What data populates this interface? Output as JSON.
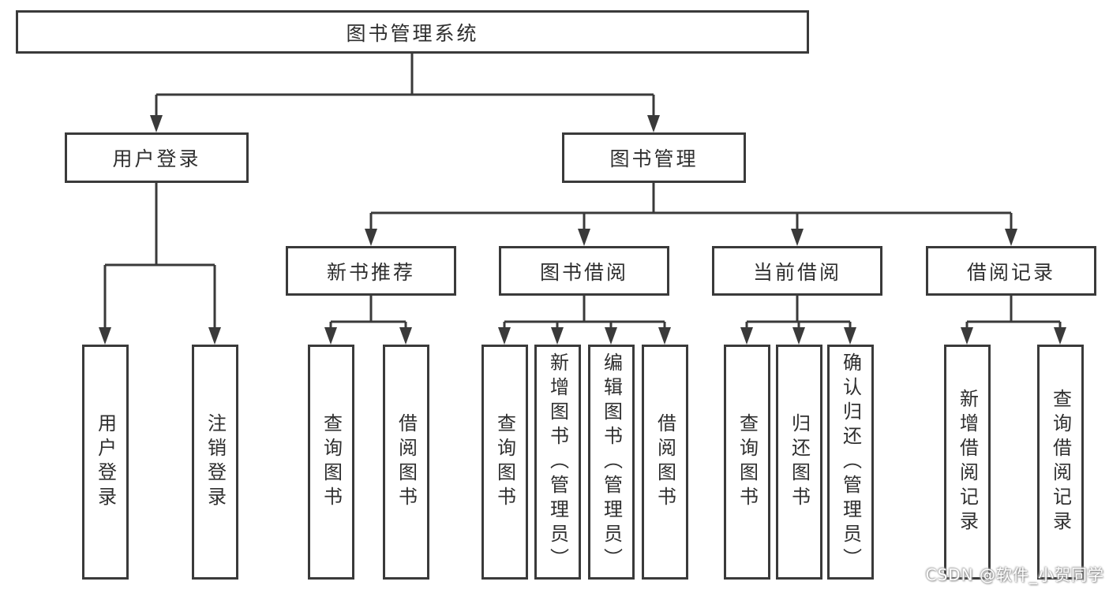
{
  "nodes": {
    "root": "图书管理系统",
    "level2": [
      "用户登录",
      "图书管理"
    ],
    "level3": [
      "新书推荐",
      "图书借阅",
      "当前借阅",
      "借阅记录"
    ],
    "leaves": {
      "user_login": [
        "用户登录",
        "注销登录"
      ],
      "new_books": [
        "查询图书",
        "借阅图书"
      ],
      "book_borrow": [
        "查询图书",
        "新增图书（管理员）",
        "编辑图书（管理员）",
        "借阅图书"
      ],
      "current_borrow": [
        "查询图书",
        "归还图书",
        "确认归还（管理员）"
      ],
      "borrow_records": [
        "新增借阅记录",
        "查询借阅记录"
      ]
    }
  },
  "watermark": "CSDN @软件_小贺同学",
  "colors": {
    "line": "#3a3a3a",
    "text": "#2f2f2f",
    "background": "#ffffff"
  }
}
